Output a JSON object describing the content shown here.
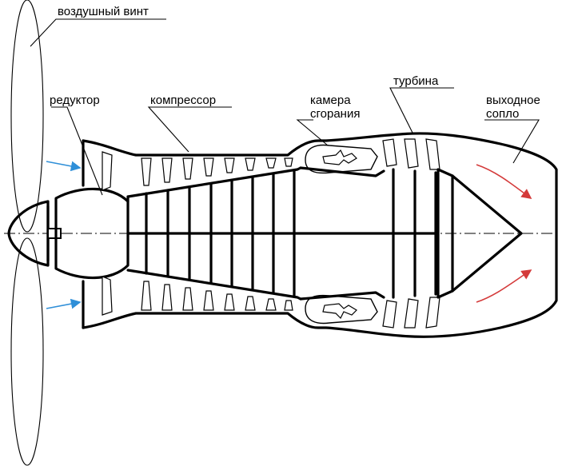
{
  "labels": {
    "propeller": "воздушный винт",
    "reducer": "редуктор",
    "compressor": "компрессор",
    "combustor_line1": "камера",
    "combustor_line2": "сгорания",
    "turbine": "турбина",
    "nozzle_line1": "выходное",
    "nozzle_line2": "сопло"
  },
  "colors": {
    "intake_arrow": "#2f8fd8",
    "exhaust_arrow": "#d43a3a",
    "line": "#000000"
  }
}
